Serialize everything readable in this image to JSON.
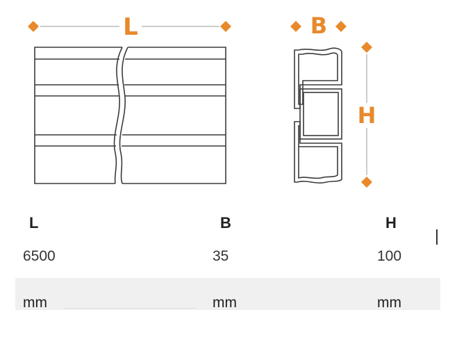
{
  "diagram": {
    "accent_color": "#e8892b",
    "line_color": "#3a3a3a",
    "length_label": "L",
    "width_label": "B",
    "height_label": "H"
  },
  "table": {
    "columns": [
      {
        "header": "L",
        "value": "6500",
        "unit": "mm"
      },
      {
        "header": "B",
        "value": "35",
        "unit": "mm"
      },
      {
        "header": "H",
        "value": "100",
        "unit": "mm"
      }
    ]
  }
}
